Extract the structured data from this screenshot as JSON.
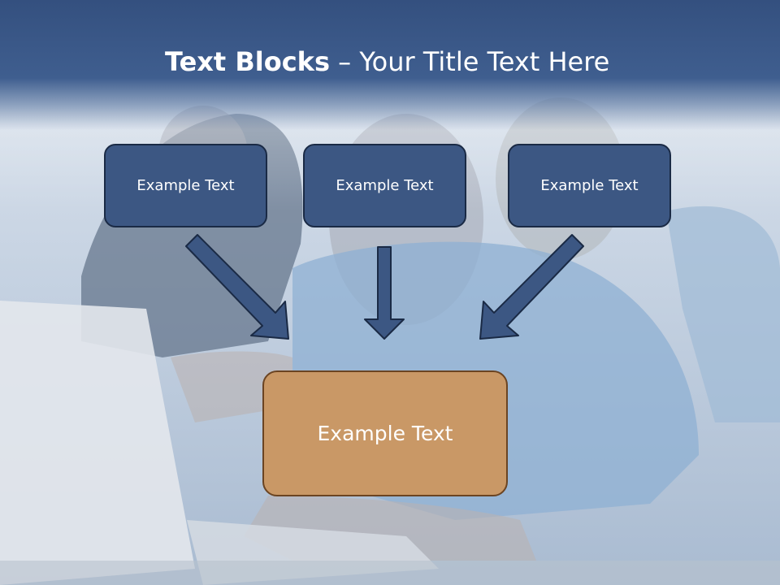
{
  "slide": {
    "title_bold": "Text Blocks",
    "title_rest": " – Your Title Text Here",
    "blocks": [
      {
        "label": "Example Text"
      },
      {
        "label": "Example Text"
      },
      {
        "label": "Example Text"
      }
    ],
    "main_block": {
      "label": "Example Text"
    }
  },
  "colors": {
    "title_band": "#3f5e8f",
    "block_fill": "#3c5783",
    "block_border": "#1a2a45",
    "main_fill": "#c99866",
    "main_border": "#6b4422",
    "arrow_fill": "#3c5783"
  },
  "icons": [
    "arrow-down-right-icon",
    "arrow-down-icon",
    "arrow-down-left-icon"
  ]
}
